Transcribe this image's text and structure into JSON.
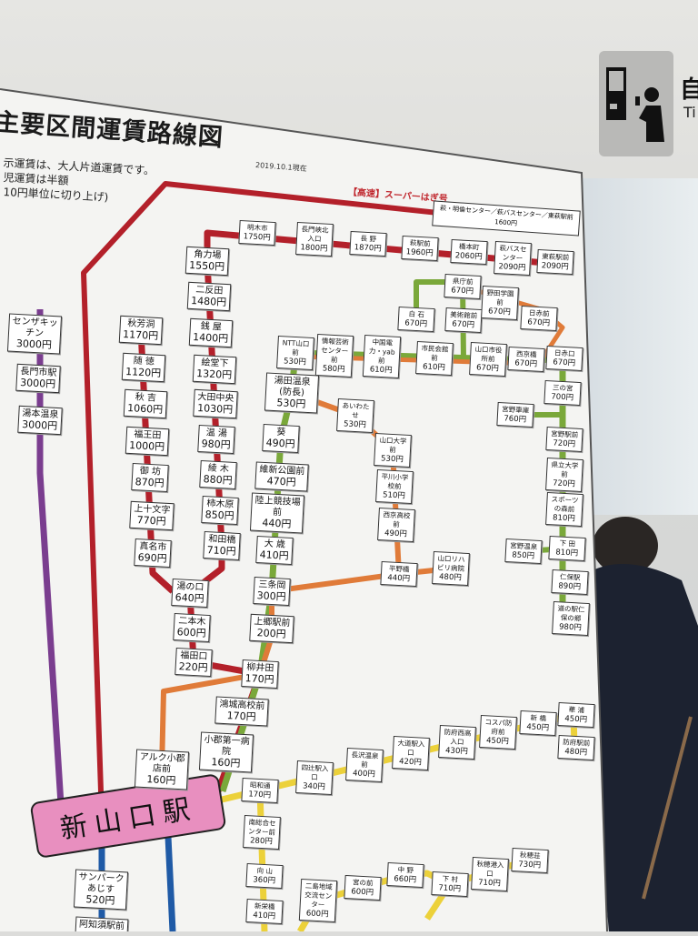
{
  "header": {
    "title": "主要区間運賃路線図",
    "date": "2019.10.1現在",
    "notes": [
      "示運賃は、大人片道運賃です。",
      "児運賃は半額",
      "10円単位に切り上げ)"
    ]
  },
  "sign": {
    "text": "自",
    "text_en": "Ti"
  },
  "hub": {
    "name": "新山口駅"
  },
  "express": {
    "label": "【高速】スーパーはぎ号",
    "endpoint": {
      "name": "萩・明倫センター／萩バスセンター／東萩駅前",
      "fare": "1600円"
    }
  },
  "colors": {
    "red": "#b3202a",
    "green": "#7aa83a",
    "orange": "#e07b39",
    "yellow": "#ecd13a",
    "purple": "#7a3d8f",
    "blue": "#1f5aa6",
    "hub": "#e88fbf"
  },
  "stops": {
    "hagi": [
      {
        "name": "明木市",
        "fare": "1750円"
      },
      {
        "name": "長門峡北入口",
        "fare": "1800円"
      },
      {
        "name": "長 野",
        "fare": "1870円"
      },
      {
        "name": "萩駅前",
        "fare": "1960円"
      },
      {
        "name": "橋本町",
        "fare": "2060円"
      },
      {
        "name": "萩バスセンター",
        "fare": "2090円"
      },
      {
        "name": "東萩駅前",
        "fare": "2090円"
      }
    ],
    "red_east": [
      {
        "name": "角力場",
        "fare": "1550円"
      },
      {
        "name": "二反田",
        "fare": "1480円"
      },
      {
        "name": "銭 屋",
        "fare": "1400円"
      },
      {
        "name": "絵堂下",
        "fare": "1320円"
      },
      {
        "name": "大田中央",
        "fare": "1030円"
      },
      {
        "name": "温 湯",
        "fare": "980円"
      },
      {
        "name": "綾 木",
        "fare": "880円"
      },
      {
        "name": "柿木原",
        "fare": "850円"
      },
      {
        "name": "和田橋",
        "fare": "710円"
      }
    ],
    "red_west": [
      {
        "name": "秋芳洞",
        "fare": "1170円"
      },
      {
        "name": "随 徳",
        "fare": "1120円"
      },
      {
        "name": "秋 吉",
        "fare": "1060円"
      },
      {
        "name": "福王田",
        "fare": "1000円"
      },
      {
        "name": "御 坊",
        "fare": "870円"
      },
      {
        "name": "上十文字",
        "fare": "770円"
      },
      {
        "name": "真名市",
        "fare": "690円"
      }
    ],
    "red_trunk": [
      {
        "name": "湯の口",
        "fare": "640円"
      },
      {
        "name": "二本木",
        "fare": "600円"
      },
      {
        "name": "福田口",
        "fare": "220円"
      }
    ],
    "purple": [
      {
        "name": "センザキッチン",
        "fare": "3000円"
      },
      {
        "name": "長門市駅",
        "fare": "3000円"
      },
      {
        "name": "湯本温泉",
        "fare": "3000円"
      }
    ],
    "green_city": [
      {
        "name": "NTT山口前",
        "fare": "530円"
      },
      {
        "name": "情報芸術センター前",
        "fare": "580円"
      },
      {
        "name": "中国電力・yab前",
        "fare": "610円"
      },
      {
        "name": "白 石",
        "fare": "670円"
      },
      {
        "name": "県庁前",
        "fare": "670円"
      },
      {
        "name": "美術館前",
        "fare": "670円"
      },
      {
        "name": "市民会館前",
        "fare": "610円"
      },
      {
        "name": "山口市役所前",
        "fare": "670円"
      },
      {
        "name": "野田学園前",
        "fare": "670円"
      },
      {
        "name": "日赤前",
        "fare": "670円"
      },
      {
        "name": "西京橋",
        "fare": "670円"
      },
      {
        "name": "日赤口",
        "fare": "670円"
      },
      {
        "name": "三の宮",
        "fare": "700円"
      },
      {
        "name": "宮野車庫",
        "fare": "760円"
      },
      {
        "name": "宮野駅前",
        "fare": "720円"
      },
      {
        "name": "県立大学前",
        "fare": "720円"
      },
      {
        "name": "スポーツの森前",
        "fare": "810円"
      },
      {
        "name": "下 田",
        "fare": "810円"
      },
      {
        "name": "宮野温泉",
        "fare": "850円"
      },
      {
        "name": "仁保駅",
        "fare": "890円"
      },
      {
        "name": "道の駅仁保の郷",
        "fare": "980円"
      }
    ],
    "green_trunk": [
      {
        "name": "湯田温泉(防長)",
        "fare": "530円"
      },
      {
        "name": "葵",
        "fare": "490円"
      },
      {
        "name": "維新公園前",
        "fare": "470円"
      },
      {
        "name": "陸上競技場前",
        "fare": "440円"
      },
      {
        "name": "大 歳",
        "fare": "410円"
      },
      {
        "name": "三条岡",
        "fare": "300円"
      },
      {
        "name": "上郷駅前",
        "fare": "200円"
      },
      {
        "name": "柳井田",
        "fare": "170円"
      },
      {
        "name": "鴻城高校前",
        "fare": "170円"
      },
      {
        "name": "小郡第一病院",
        "fare": "160円"
      },
      {
        "name": "アルク小郡店前",
        "fare": "160円"
      }
    ],
    "orange": [
      {
        "name": "あいわたせ",
        "fare": "530円"
      },
      {
        "name": "山口大学前",
        "fare": "530円"
      },
      {
        "name": "平川小学校前",
        "fare": "510円"
      },
      {
        "name": "西京高校前",
        "fare": "490円"
      },
      {
        "name": "平野橋",
        "fare": "440円"
      },
      {
        "name": "山口リハビリ病院",
        "fare": "480円"
      }
    ],
    "yellow_hofu": [
      {
        "name": "昭和通",
        "fare": "170円"
      },
      {
        "name": "四辻駅入口",
        "fare": "340円"
      },
      {
        "name": "長沢温泉前",
        "fare": "400円"
      },
      {
        "name": "大道駅入口",
        "fare": "420円"
      },
      {
        "name": "防府西高入口",
        "fare": "430円"
      },
      {
        "name": "コスパ防府前",
        "fare": "450円"
      },
      {
        "name": "新 橋",
        "fare": "450円"
      },
      {
        "name": "華 浦",
        "fare": "450円"
      },
      {
        "name": "防府駅前",
        "fare": "480円"
      }
    ],
    "yellow_aio": [
      {
        "name": "南総合センター前",
        "fare": "280円"
      },
      {
        "name": "向 山",
        "fare": "360円"
      },
      {
        "name": "新栄橋",
        "fare": "410円"
      },
      {
        "name": "二島地域交流センター",
        "fare": "600円"
      },
      {
        "name": "宮の前",
        "fare": "600円"
      },
      {
        "name": "中 野",
        "fare": "660円"
      },
      {
        "name": "下 村",
        "fare": "710円"
      },
      {
        "name": "秋穂港入口",
        "fare": "710円"
      },
      {
        "name": "秋穂荘",
        "fare": "730円"
      }
    ],
    "blue": [
      {
        "name": "サンパークあじす",
        "fare": "520円"
      },
      {
        "name": "阿知須駅前",
        "fare": ""
      }
    ]
  }
}
